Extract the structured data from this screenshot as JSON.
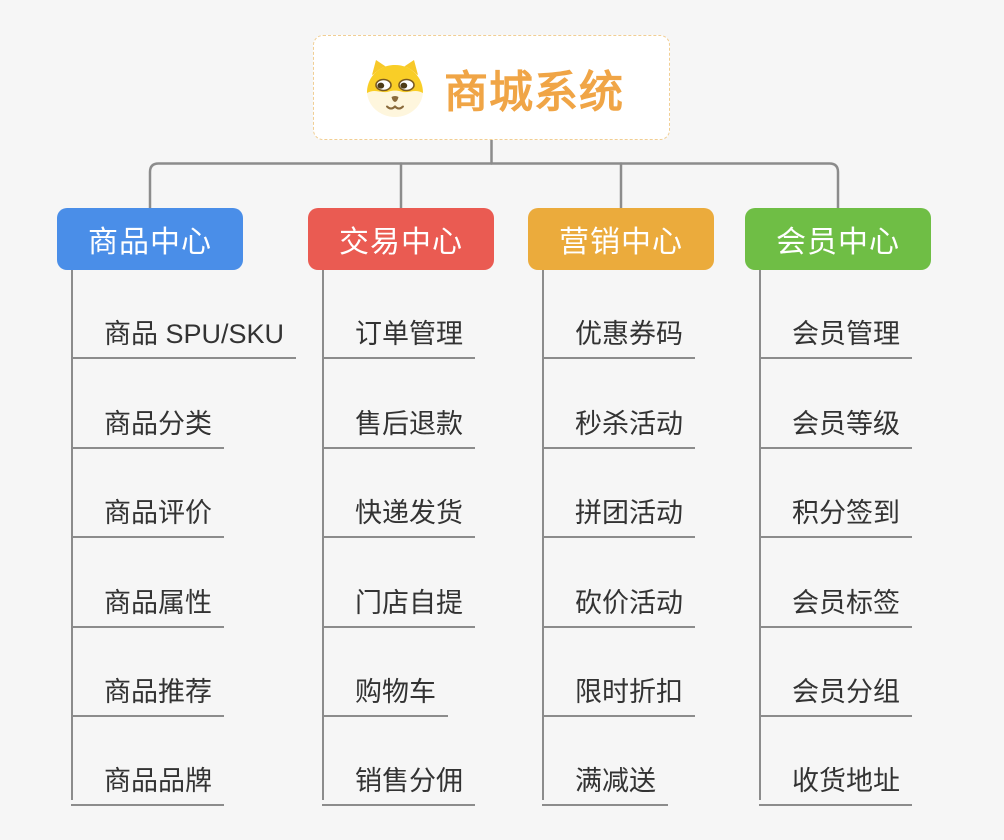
{
  "root": {
    "title": "商城系统",
    "icon": "dog-icon",
    "title_color": "#F0A546"
  },
  "branches": [
    {
      "label": "商品中心",
      "color": "#4A8EE8",
      "children": [
        "商品 SPU/SKU",
        "商品分类",
        "商品评价",
        "商品属性",
        "商品推荐",
        "商品品牌"
      ]
    },
    {
      "label": "交易中心",
      "color": "#EA5B52",
      "children": [
        "订单管理",
        "售后退款",
        "快递发货",
        "门店自提",
        "购物车",
        "销售分佣"
      ]
    },
    {
      "label": "营销中心",
      "color": "#EBAB3C",
      "children": [
        "优惠券码",
        "秒杀活动",
        "拼团活动",
        "砍价活动",
        "限时折扣",
        "满减送"
      ]
    },
    {
      "label": "会员中心",
      "color": "#6FBE45",
      "children": [
        "会员管理",
        "会员等级",
        "积分签到",
        "会员标签",
        "会员分组",
        "收货地址"
      ]
    }
  ],
  "canvas": {
    "background": "#F6F6F6",
    "line_color": "#8C8C8C",
    "leaf_text_color": "#333333"
  }
}
